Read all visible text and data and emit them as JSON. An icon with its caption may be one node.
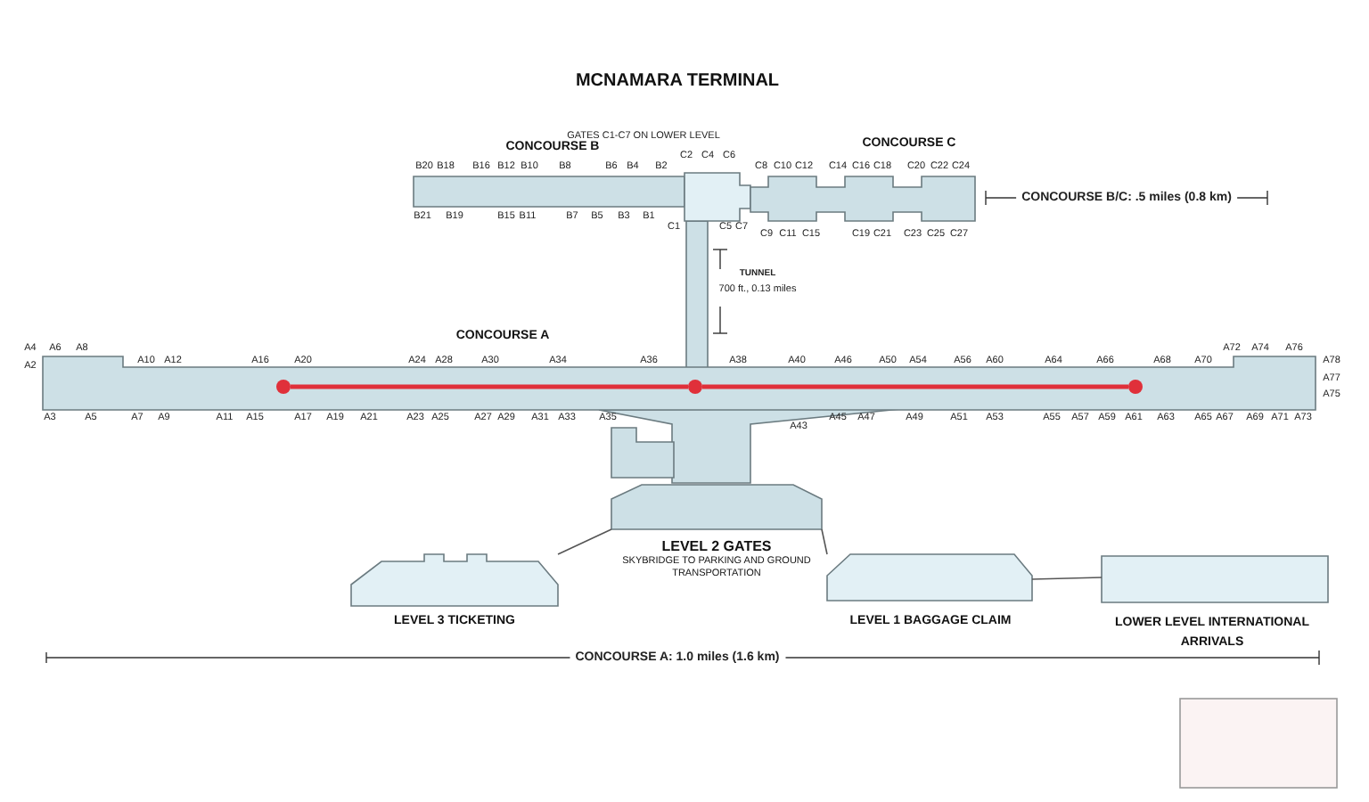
{
  "diagram": {
    "title": "MCNAMARA TERMINAL",
    "nodes": [
      {
        "text": [
          "CONCOURSE B"
        ]
      },
      {
        "text": [],
        "shape": "box"
      },
      {
        "text": [
          "CONCOURSE C"
        ]
      },
      {
        "text": [
          "CONCOURSE A"
        ]
      },
      {
        "text": [],
        "shape": "box"
      },
      {
        "text": [
          "LEVEL 2 GATES",
          "SKYBRIDGE TO PARKING AND GROUND TRANSPORTATION"
        ]
      },
      {
        "text": [
          "LEVEL 3 TICKETING"
        ]
      },
      {
        "text": [
          "LEVEL 1 BAGGAGE CLAIM"
        ]
      },
      {
        "text": [
          "LOWER LEVEL INTERNATIONAL ARRIVALS"
        ]
      },
      {
        "text": [],
        "shape": "circle",
        "in": 3
      },
      {
        "text": [],
        "shape": "circle",
        "in": 3
      },
      {
        "text": [],
        "shape": "circle",
        "in": 3
      }
    ],
    "edges": [
      {
        "from": 6,
        "to": 5,
        "arrow": "none"
      },
      {
        "from": 5,
        "to": 7,
        "arrow": "none"
      },
      {
        "from": 7,
        "to": 8,
        "arrow": "none"
      },
      {
        "from": 9,
        "to": 10,
        "arrow": "none",
        "style": "thick",
        "color": "#e0303a"
      },
      {
        "from": 10,
        "to": 11,
        "arrow": "none",
        "style": "thick",
        "color": "#e0303a"
      }
    ],
    "labels": [
      "GATES C1-C7 ON LOWER LEVEL",
      "B20",
      "B18",
      "B16",
      "B12",
      "B10",
      "B8",
      "B6",
      "B4",
      "B2",
      "C2",
      "C4",
      "C6",
      "C8",
      "C10",
      "C12",
      "C14",
      "C16",
      "C18",
      "C20",
      "C22",
      "C24",
      "B21",
      "B19",
      "B15",
      "B11",
      "B7",
      "B5",
      "B3",
      "B1",
      "C1",
      "C5",
      "C7",
      "C9",
      "C11",
      "C15",
      "C19",
      "C21",
      "C23",
      "C25",
      "C27",
      "TUNNEL",
      "700 ft., 0.13 miles",
      "A4",
      "A6",
      "A8",
      "A2",
      "A10",
      "A12",
      "A16",
      "A20",
      "A24",
      "A28",
      "A30",
      "A34",
      "A36",
      "A38",
      "A40",
      "A46",
      "A50",
      "A54",
      "A56",
      "A60",
      "A64",
      "A66",
      "A68",
      "A70",
      "A72",
      "A74",
      "A76",
      "A78",
      "A77",
      "A75",
      "A3",
      "A5",
      "A7",
      "A9",
      "A11",
      "A15",
      "A17",
      "A19",
      "A21",
      "A23",
      "A25",
      "A27",
      "A29",
      "A31",
      "A33",
      "A35",
      "A43",
      "A45",
      "A47",
      "A49",
      "A51",
      "A53",
      "A55",
      "A57",
      "A59",
      "A61",
      "A63",
      "A65",
      "A67",
      "A69",
      "A71",
      "A73",
      "CONCOURSE B/C: .5 miles (0.8 km)",
      "CONCOURSE A: 1.0 miles (1.6 km)"
    ]
  }
}
